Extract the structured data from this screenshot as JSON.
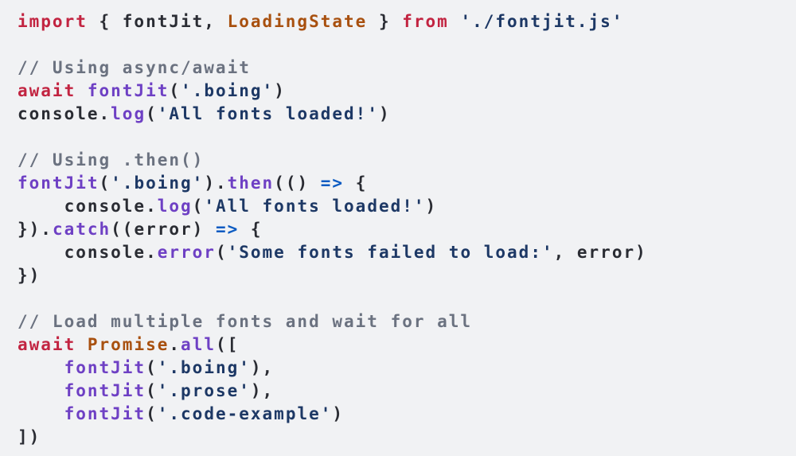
{
  "page": {
    "background": "#f1f2f4"
  },
  "colors": {
    "background": "#f1f2f4",
    "plain": "#2a2c33",
    "keyword": "#c22441",
    "class": "#a8500f",
    "function": "#6e40c4",
    "string": "#1d3865",
    "operator": "#0b5bc2",
    "comment": "#6b7280"
  },
  "code": {
    "language": "javascript",
    "lines": [
      [
        {
          "t": "import",
          "c": "keyword"
        },
        {
          "t": " { fontJit, ",
          "c": "plain"
        },
        {
          "t": "LoadingState",
          "c": "class"
        },
        {
          "t": " } ",
          "c": "plain"
        },
        {
          "t": "from",
          "c": "keyword"
        },
        {
          "t": " ",
          "c": "plain"
        },
        {
          "t": "'./fontjit.js'",
          "c": "string"
        }
      ],
      [],
      [
        {
          "t": "// Using async/await",
          "c": "comment"
        }
      ],
      [
        {
          "t": "await",
          "c": "keyword"
        },
        {
          "t": " ",
          "c": "plain"
        },
        {
          "t": "fontJit",
          "c": "function"
        },
        {
          "t": "(",
          "c": "plain"
        },
        {
          "t": "'.boing'",
          "c": "string"
        },
        {
          "t": ")",
          "c": "plain"
        }
      ],
      [
        {
          "t": "console.",
          "c": "plain"
        },
        {
          "t": "log",
          "c": "function"
        },
        {
          "t": "(",
          "c": "plain"
        },
        {
          "t": "'All fonts loaded!'",
          "c": "string"
        },
        {
          "t": ")",
          "c": "plain"
        }
      ],
      [],
      [
        {
          "t": "// Using .then()",
          "c": "comment"
        }
      ],
      [
        {
          "t": "fontJit",
          "c": "function"
        },
        {
          "t": "(",
          "c": "plain"
        },
        {
          "t": "'.boing'",
          "c": "string"
        },
        {
          "t": ").",
          "c": "plain"
        },
        {
          "t": "then",
          "c": "function"
        },
        {
          "t": "(() ",
          "c": "plain"
        },
        {
          "t": "=>",
          "c": "operator"
        },
        {
          "t": " {",
          "c": "plain"
        }
      ],
      [
        {
          "t": "    console.",
          "c": "plain"
        },
        {
          "t": "log",
          "c": "function"
        },
        {
          "t": "(",
          "c": "plain"
        },
        {
          "t": "'All fonts loaded!'",
          "c": "string"
        },
        {
          "t": ")",
          "c": "plain"
        }
      ],
      [
        {
          "t": "}).",
          "c": "plain"
        },
        {
          "t": "catch",
          "c": "function"
        },
        {
          "t": "((error) ",
          "c": "plain"
        },
        {
          "t": "=>",
          "c": "operator"
        },
        {
          "t": " {",
          "c": "plain"
        }
      ],
      [
        {
          "t": "    console.",
          "c": "plain"
        },
        {
          "t": "error",
          "c": "function"
        },
        {
          "t": "(",
          "c": "plain"
        },
        {
          "t": "'Some fonts failed to load:'",
          "c": "string"
        },
        {
          "t": ", error)",
          "c": "plain"
        }
      ],
      [
        {
          "t": "})",
          "c": "plain"
        }
      ],
      [],
      [
        {
          "t": "// Load multiple fonts and wait for all",
          "c": "comment"
        }
      ],
      [
        {
          "t": "await",
          "c": "keyword"
        },
        {
          "t": " ",
          "c": "plain"
        },
        {
          "t": "Promise",
          "c": "class"
        },
        {
          "t": ".",
          "c": "plain"
        },
        {
          "t": "all",
          "c": "function"
        },
        {
          "t": "([",
          "c": "plain"
        }
      ],
      [
        {
          "t": "    ",
          "c": "plain"
        },
        {
          "t": "fontJit",
          "c": "function"
        },
        {
          "t": "(",
          "c": "plain"
        },
        {
          "t": "'.boing'",
          "c": "string"
        },
        {
          "t": "),",
          "c": "plain"
        }
      ],
      [
        {
          "t": "    ",
          "c": "plain"
        },
        {
          "t": "fontJit",
          "c": "function"
        },
        {
          "t": "(",
          "c": "plain"
        },
        {
          "t": "'.prose'",
          "c": "string"
        },
        {
          "t": "),",
          "c": "plain"
        }
      ],
      [
        {
          "t": "    ",
          "c": "plain"
        },
        {
          "t": "fontJit",
          "c": "function"
        },
        {
          "t": "(",
          "c": "plain"
        },
        {
          "t": "'.code-example'",
          "c": "string"
        },
        {
          "t": ")",
          "c": "plain"
        }
      ],
      [
        {
          "t": "])",
          "c": "plain"
        }
      ]
    ]
  }
}
